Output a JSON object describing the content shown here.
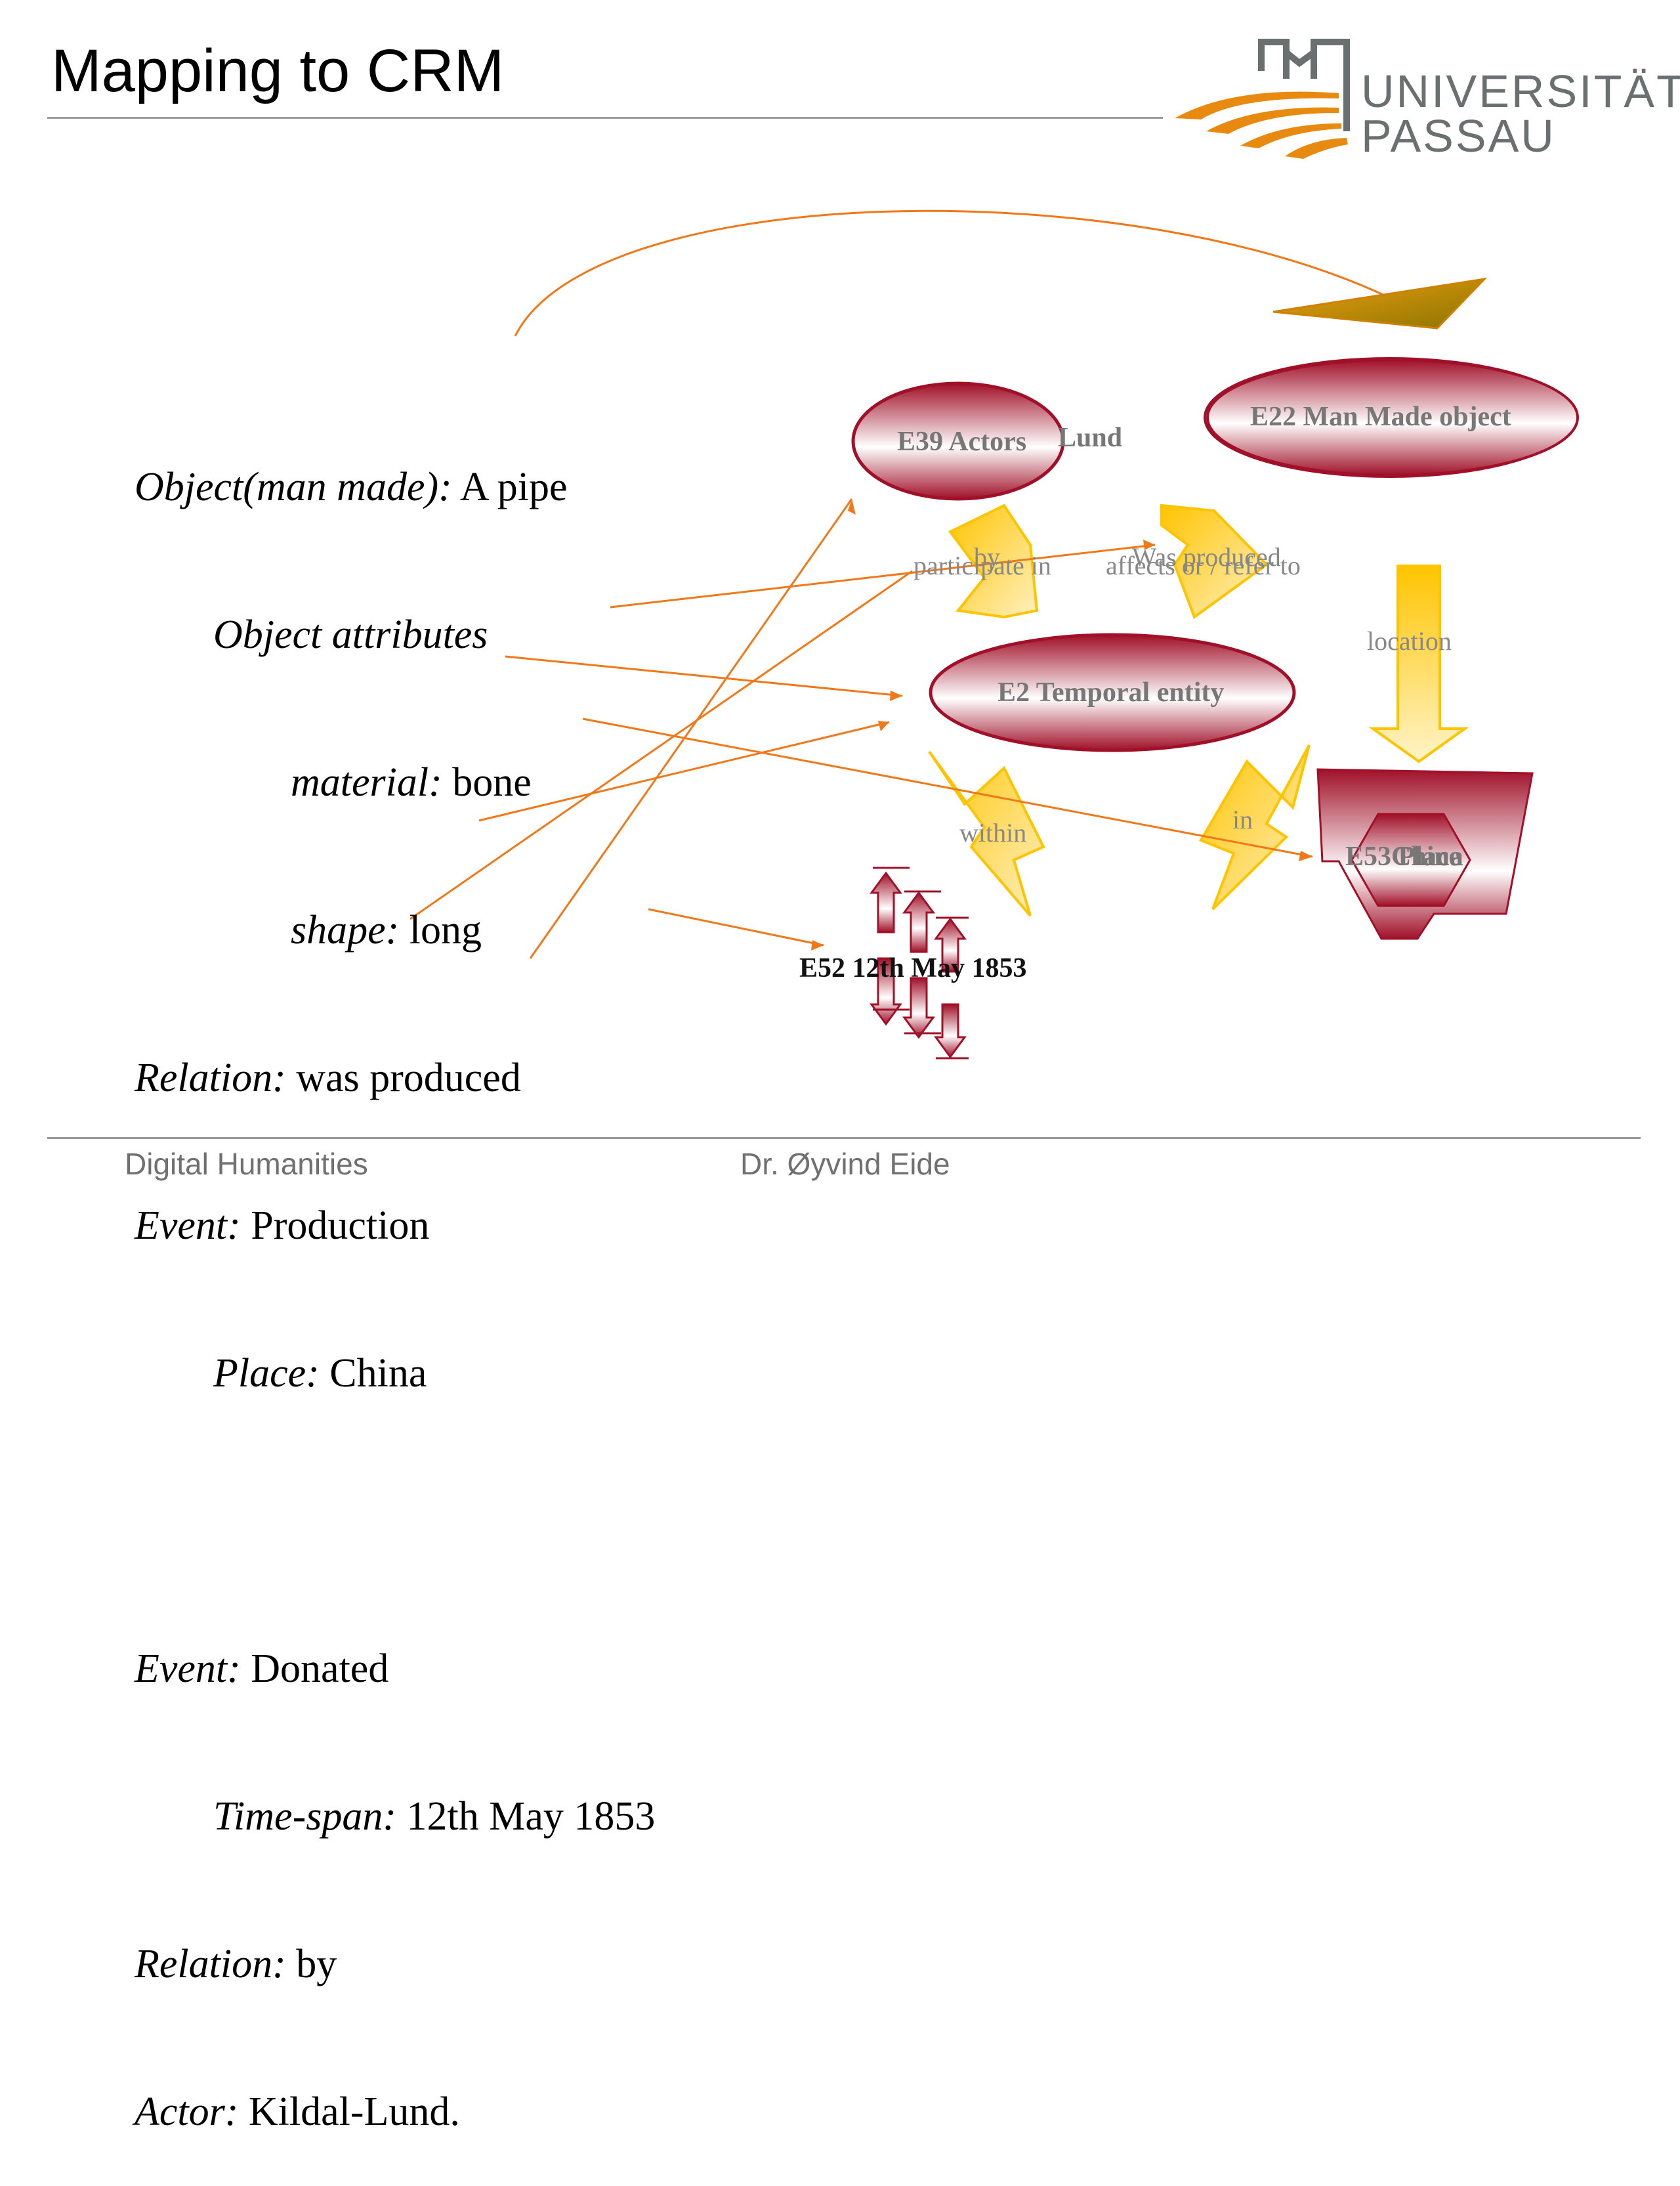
{
  "slide": {
    "title": "Mapping to CRM"
  },
  "logo": {
    "line1": "UNIVERSITÄT",
    "line2": "PASSAU"
  },
  "mapping_text": {
    "object_key": "Object(man made):",
    "object_val": " A pipe",
    "attributes_key": "Object attributes",
    "material_key": "material:",
    "material_val": " bone",
    "shape_key": "shape:",
    "shape_val": " long",
    "relation1_key": "Relation:",
    "relation1_val": " was produced",
    "event1_key": "Event:",
    "event1_val": " Production",
    "place_key": "Place:",
    "place_val": " China",
    "event2_key": "Event:",
    "event2_val": " Donated",
    "timespan_key": "Time-span:",
    "timespan_val": " 12th May 1853",
    "relation2_key": "Relation:",
    "relation2_val": " by",
    "actor_key": "Actor:",
    "actor_val": " Kildal-Lund."
  },
  "diagram": {
    "nodes": {
      "e39": "E39 Actors",
      "e39_overlap": "Lund",
      "e22": "E22 Man Made object",
      "e2": "E2 Temporal entity",
      "e53_a": "E53 Place",
      "e53_b": "China",
      "e52": "E52 12th May 1853"
    },
    "relations": {
      "participate_in": "participate in",
      "by": "by",
      "affects": "affects or / refer to",
      "was_produced": "Was produced",
      "location": "location",
      "within": "within",
      "in": "in"
    },
    "colors": {
      "node_fill_dark": "#a01028",
      "node_fill_light": "#ffffff",
      "arrow_yellow": "#ffc400",
      "arrow_orange": "#f07818",
      "logo_orange": "#e88a10",
      "logo_grey": "#6a7070"
    }
  },
  "footer": {
    "left": "Digital Humanities",
    "center": "Dr. Øyvind Eide"
  }
}
